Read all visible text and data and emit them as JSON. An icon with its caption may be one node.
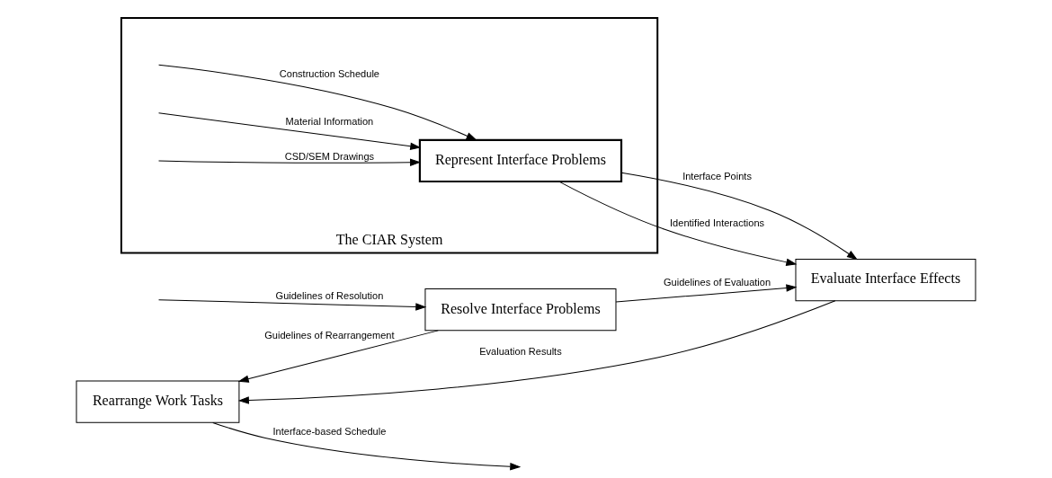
{
  "diagram": {
    "nodes": [
      {
        "text": [
          "The CIAR System"
        ]
      },
      {
        "text": [
          "Represent Interface Problems"
        ],
        "in": 0
      },
      {
        "text": [
          "Evaluate Interface Effects"
        ]
      },
      {
        "text": [
          "Rearrange Work Tasks"
        ]
      },
      {
        "text": [
          "Resolve Interface Problems"
        ]
      }
    ],
    "edges": [
      {
        "from": null,
        "to": 1,
        "arrow": "to",
        "label": "Construction Schedule"
      },
      {
        "from": null,
        "to": 1,
        "arrow": "to",
        "label": "Material Information"
      },
      {
        "from": null,
        "to": 1,
        "arrow": "to",
        "label": "CSD/SEM Drawings"
      },
      {
        "from": 1,
        "to": 2,
        "arrow": "to",
        "label": "Interface Points"
      },
      {
        "from": 1,
        "to": 2,
        "arrow": "to",
        "label": "Identified Interactions"
      },
      {
        "from": 2,
        "to": 3,
        "arrow": "to",
        "label": "Evaluation Results"
      },
      {
        "from": 3,
        "to": null,
        "arrow": "to",
        "label": "Interface-based Schedule"
      },
      {
        "from": null,
        "to": 4,
        "arrow": "to",
        "label": "Guidelines of Resolution"
      },
      {
        "from": 4,
        "to": 2,
        "arrow": "to",
        "label": "Guidelines of Evaluation"
      },
      {
        "from": 4,
        "to": 3,
        "arrow": "to",
        "label": "Guidelines of Rearrangement"
      }
    ]
  }
}
